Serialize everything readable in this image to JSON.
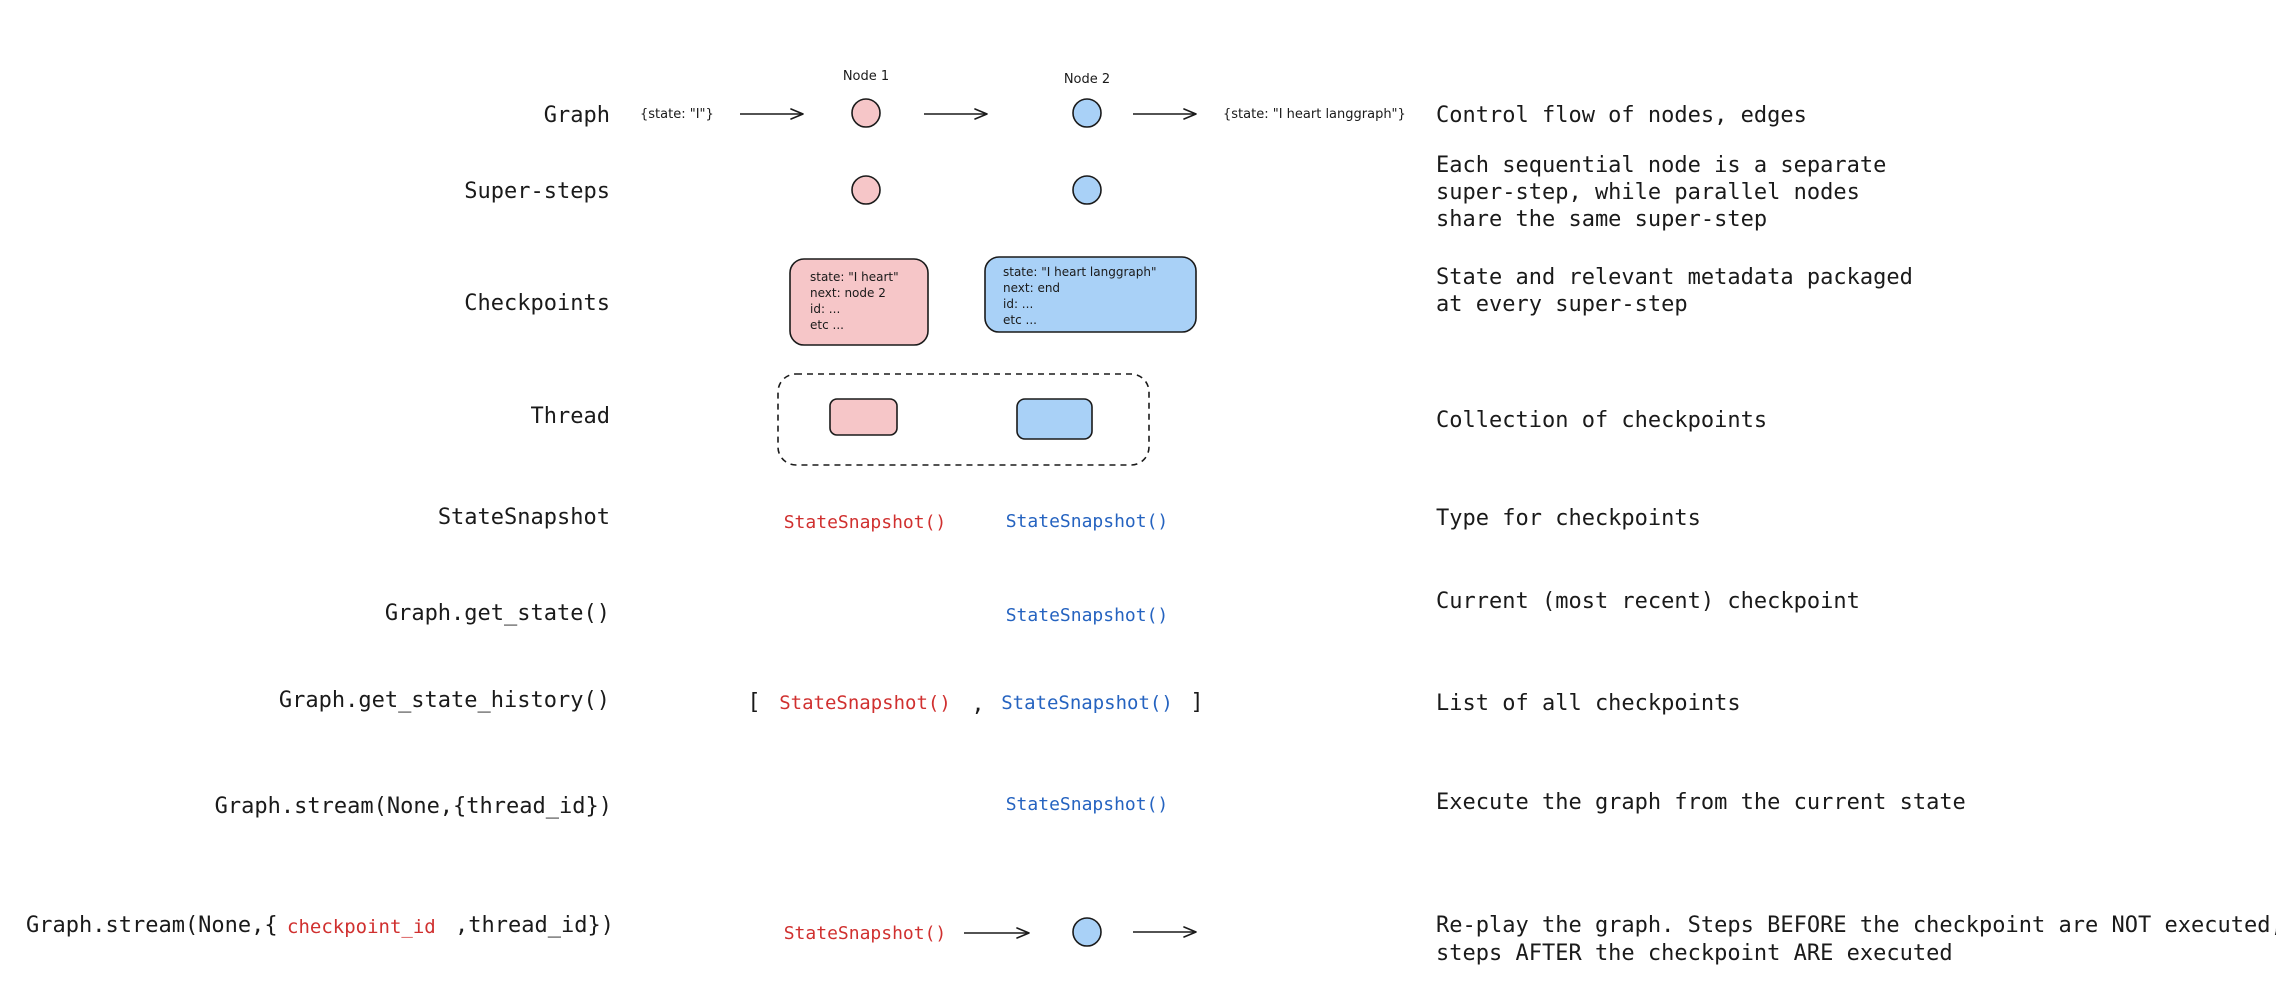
{
  "colors": {
    "ink": "#1a1a1a",
    "pink_fill": "#f6c6c8",
    "blue_fill": "#a9d1f7",
    "red_text": "#d0302f",
    "blue_text": "#2563c0"
  },
  "graph": {
    "label": "Graph",
    "node1_label": "Node 1",
    "node2_label": "Node 2",
    "input_state": "{state: \"I\"}",
    "output_state": "{state: \"I heart langgraph\"}",
    "description": "Control flow of nodes, edges"
  },
  "super_steps": {
    "label": "Super-steps",
    "description_lines": [
      "Each sequential node is a separate",
      "super-step, while parallel nodes",
      "share the same super-step"
    ]
  },
  "checkpoints": {
    "label": "Checkpoints",
    "pink_lines": [
      "state: \"I heart\"",
      "next: node 2",
      "id: ...",
      "etc ..."
    ],
    "blue_lines": [
      "state: \"I heart langgraph\"",
      "next: end",
      "id: ...",
      "etc ..."
    ],
    "description_lines": [
      "State and relevant metadata packaged",
      "at every super-step"
    ]
  },
  "thread": {
    "label": "Thread",
    "description": "Collection of checkpoints"
  },
  "state_snapshot": {
    "label": "StateSnapshot",
    "red_item": "StateSnapshot()",
    "blue_item": "StateSnapshot()",
    "description": "Type for checkpoints"
  },
  "get_state": {
    "label": "Graph.get_state()",
    "blue_item": "StateSnapshot()",
    "description": "Current (most recent) checkpoint"
  },
  "get_state_history": {
    "label": "Graph.get_state_history()",
    "open_bracket": "[",
    "red_item": "StateSnapshot()",
    "comma": ",",
    "blue_item": "StateSnapshot()",
    "close_bracket": "]",
    "description": "List of all checkpoints"
  },
  "stream": {
    "label": "Graph.stream(None,{thread_id})",
    "blue_item": "StateSnapshot()",
    "description": "Execute the graph from the current state"
  },
  "stream_checkpoint": {
    "label_prefix": "Graph.stream(None,{",
    "label_highlight": "checkpoint_id",
    "label_suffix": ",thread_id})",
    "red_item": "StateSnapshot()",
    "description_lines": [
      "Re-play the graph. Steps BEFORE the checkpoint are NOT executed,",
      "steps AFTER the checkpoint ARE executed"
    ]
  }
}
